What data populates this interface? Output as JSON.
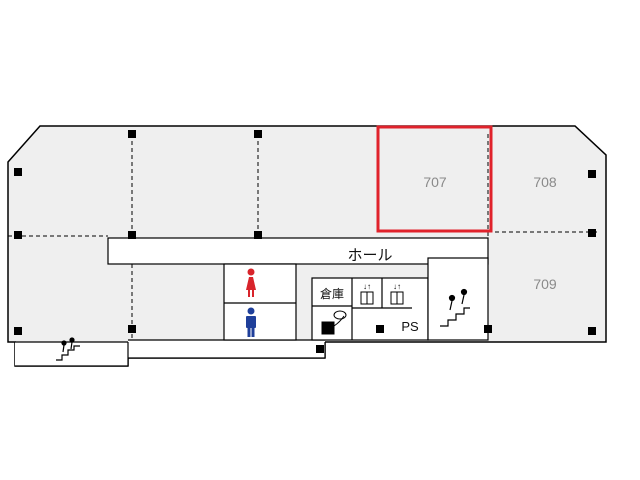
{
  "floor_plan": {
    "units": [
      {
        "id": "707",
        "label": "707",
        "highlighted": true
      },
      {
        "id": "708",
        "label": "708",
        "highlighted": false
      },
      {
        "id": "709",
        "label": "709",
        "highlighted": false
      }
    ],
    "labels": {
      "hall": "ホール",
      "storage": "倉庫",
      "ps": "PS"
    },
    "colors": {
      "room_fill": "#efefef",
      "wall": "#000000",
      "highlight": "#e0222b",
      "female": "#d8242b",
      "male": "#1f3f9a"
    },
    "icons": [
      "female-restroom-icon",
      "male-restroom-icon",
      "elevator-icon",
      "stairs-icon",
      "kitchen-sink-icon"
    ]
  }
}
